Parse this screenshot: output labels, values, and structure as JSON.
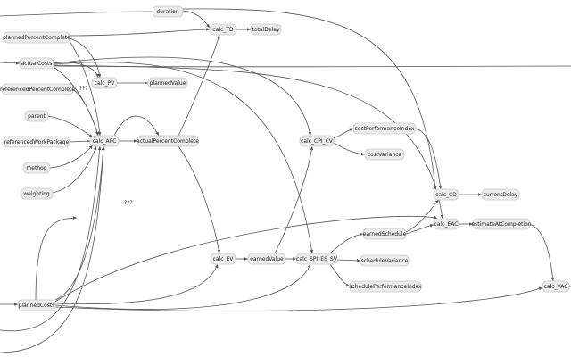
{
  "nodes": {
    "duration": "duration",
    "planned_percent_complete": "plannedPercentComplete",
    "actual_costs": "actualCosts",
    "referenced_percent_complete": "referencedPercentComplete",
    "parent": "parent",
    "referenced_work_package": "referencedWorkPackage",
    "method": "method",
    "weighting": "weighting",
    "planned_costs": "plannedCosts",
    "calc_pv": "calc_PV",
    "planned_value": "plannedValue",
    "calc_apc": "calc_APC",
    "actual_percent_complete": "actualPercentComplete",
    "calc_td": "calc_TD",
    "total_delay": "totalDelay",
    "calc_cpi_cv": "calc_CPI_CV",
    "cost_performance_index": "costPerformanceIndex",
    "cost_variance": "costVariance",
    "calc_ev": "calc_EV",
    "earned_value": "earnedValue",
    "calc_spi_es_sv": "calc_SPI_ES_SV",
    "earned_schedule": "earnedSchedule",
    "schedule_variance": "scheduleVariance",
    "schedule_performance_index": "schedulePerformanceIndex",
    "calc_cd": "calc_CD",
    "current_delay": "currentDelay",
    "calc_eac": "calc_EAC",
    "estimate_at_completion": "estimateAtCompletion",
    "calc_vac": "calc_VAC"
  },
  "labels": {
    "unknown_1": "???",
    "unknown_2": "???"
  }
}
